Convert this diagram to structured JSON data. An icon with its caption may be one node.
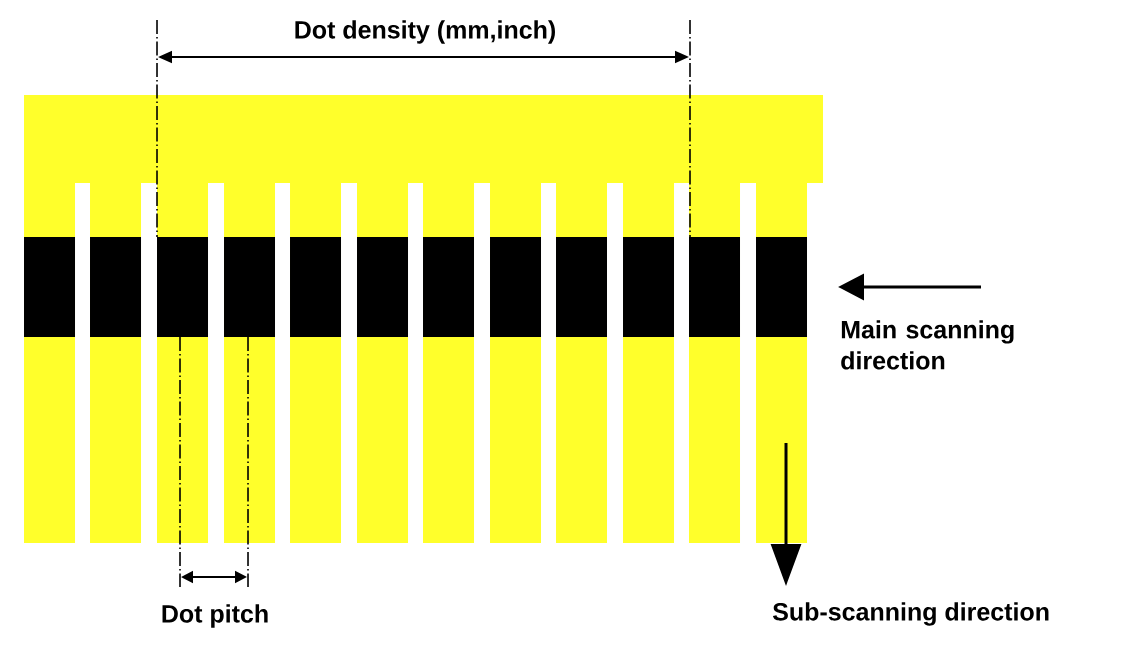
{
  "diagram": {
    "labels": [
      "Dot density (mm,inch)",
      "Main scanning direction",
      "Dot pitch",
      "Sub-scanning direction"
    ]
  }
}
